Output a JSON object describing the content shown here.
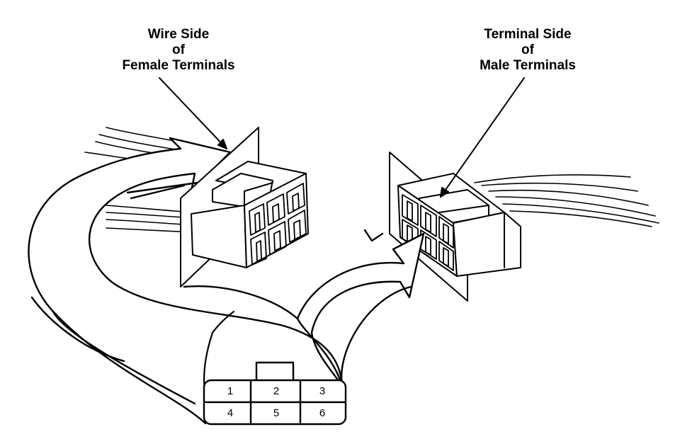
{
  "labels": {
    "female": [
      "Wire Side",
      "of",
      "Female Terminals"
    ],
    "male": [
      "Terminal Side",
      "of",
      "Male Terminals"
    ]
  },
  "pinout": {
    "pins": [
      "1",
      "2",
      "3",
      "4",
      "5",
      "6"
    ]
  },
  "colors": {
    "line": "#000000",
    "fill": "#ffffff"
  }
}
